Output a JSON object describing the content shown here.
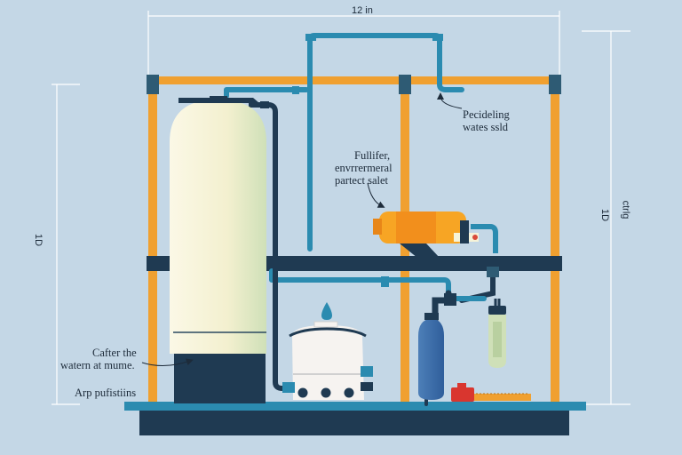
{
  "dimensions": {
    "top_width": "12 in",
    "left_height": "1D",
    "right_height_a": "1D",
    "right_height_b": "ctrlg"
  },
  "labels": {
    "recycling": [
      "Pecideling",
      "wates ssld"
    ],
    "purifier": [
      "Fullifer,",
      "envrrermeral",
      "partect salet"
    ],
    "softener": [
      "Cafter the",
      "watern at mume."
    ],
    "bottom": "Arp pufistiins"
  },
  "colors": {
    "background": "#c4d7e6",
    "frame": "#f0a030",
    "beam": "#1f3a52",
    "pipe": "#2b8bb0",
    "tank": "#f6f3d8",
    "pump": "#f7a524"
  }
}
